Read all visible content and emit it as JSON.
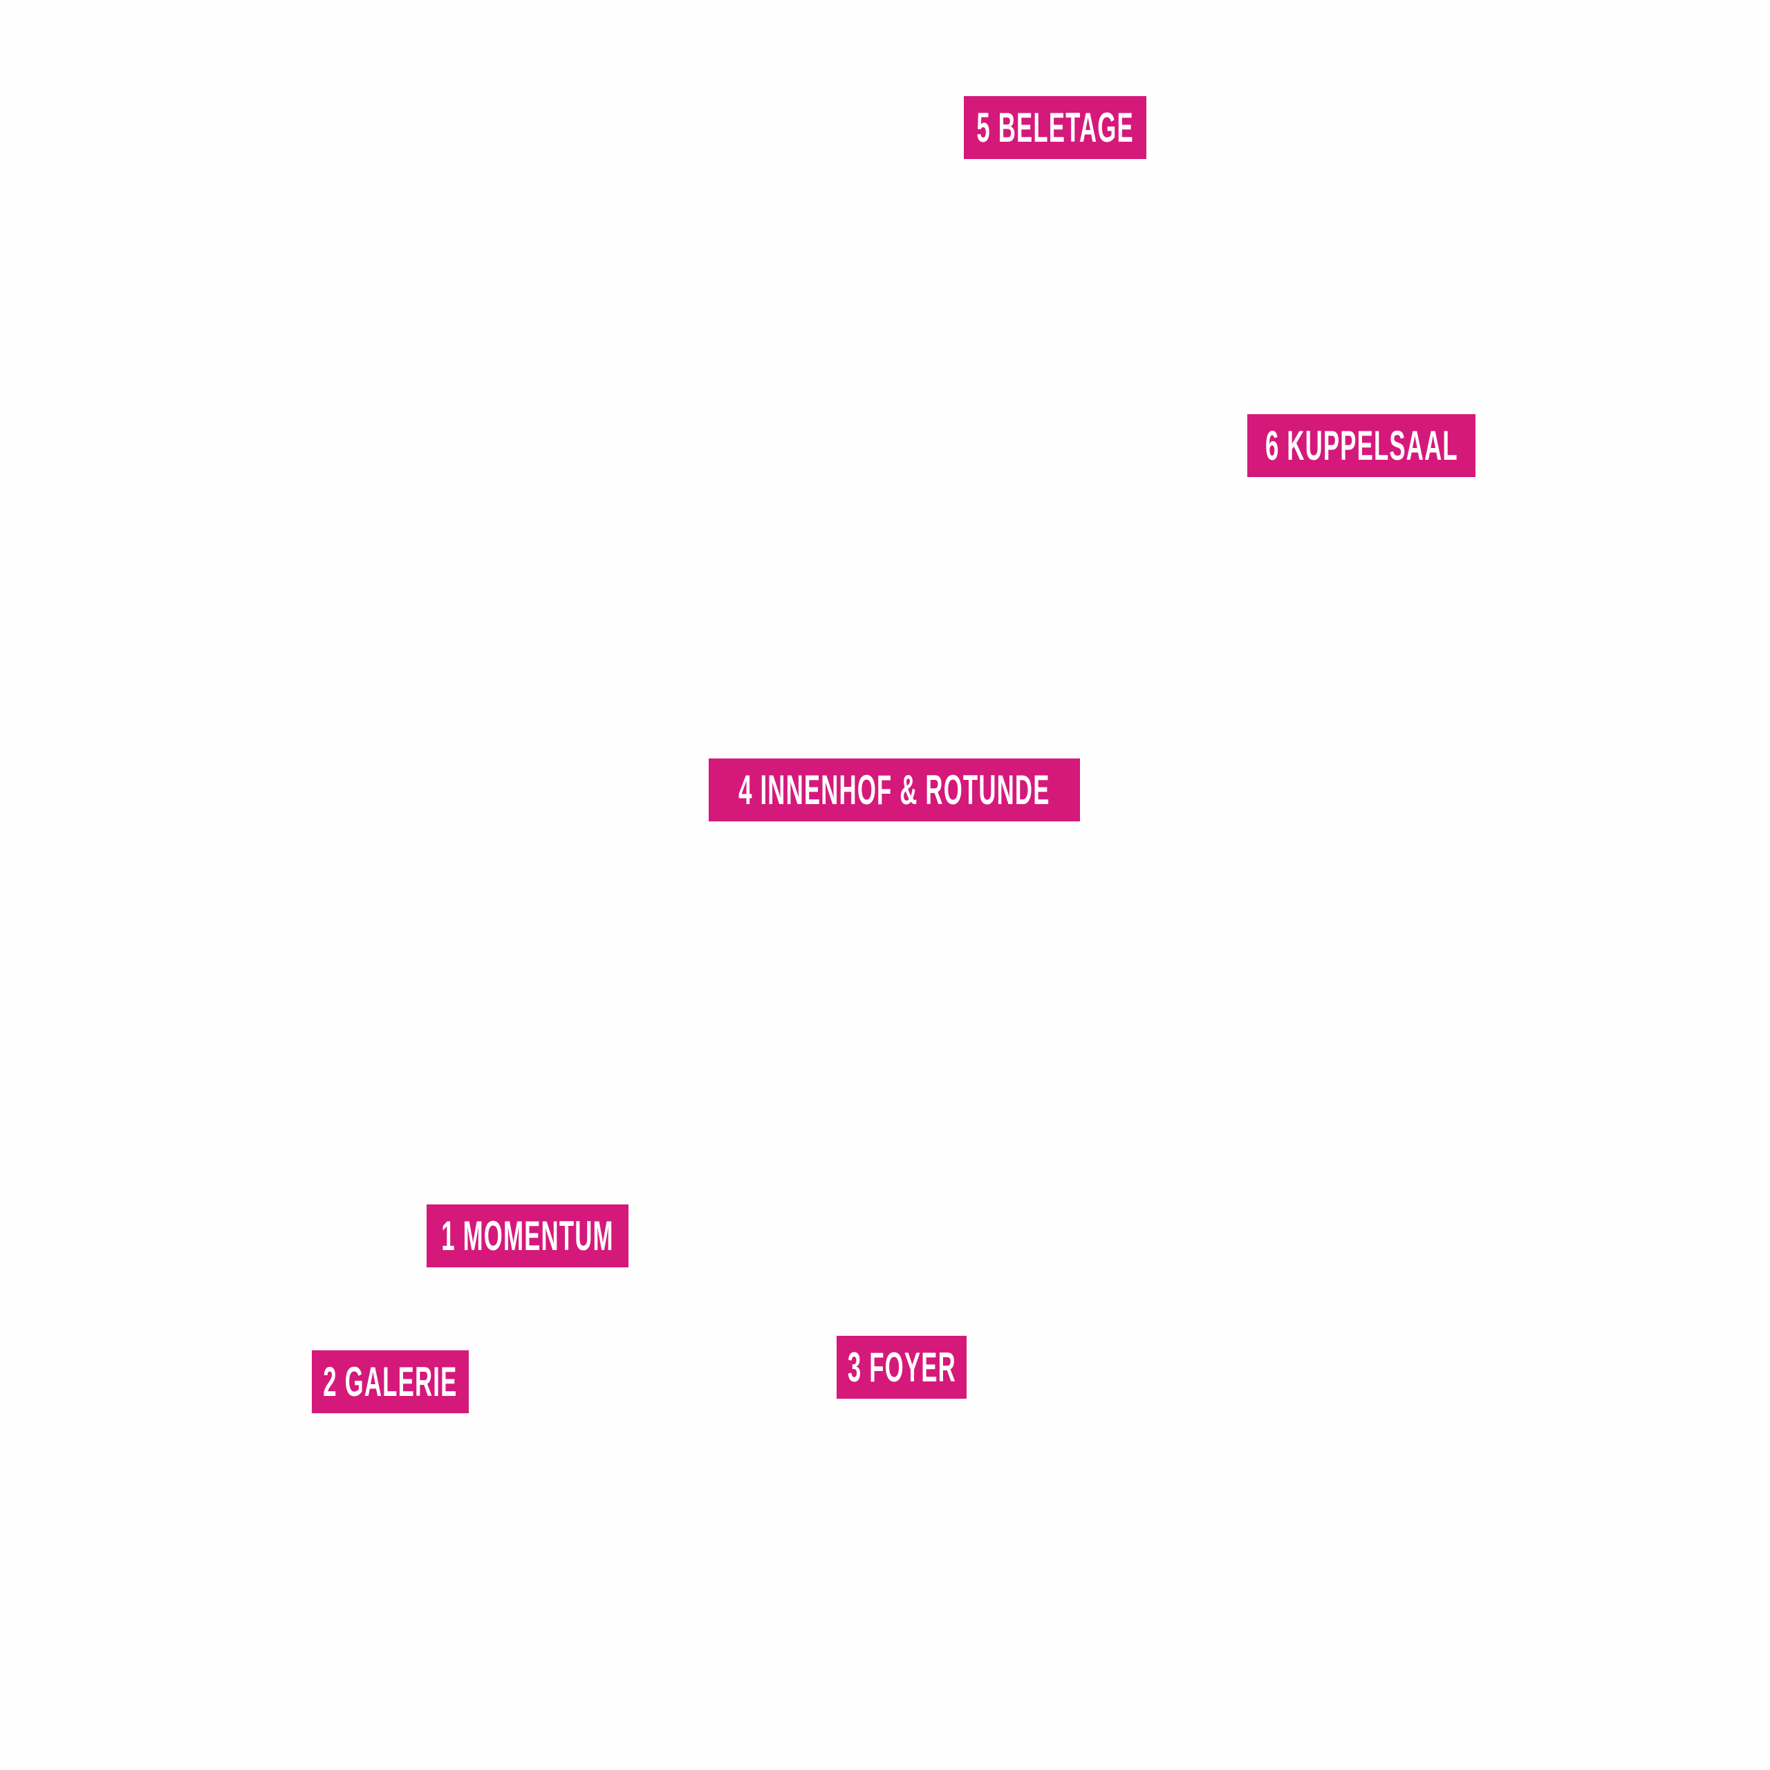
{
  "accent_color": "#d4197b",
  "rooms": [
    {
      "label": "5 Beletage"
    },
    {
      "label": "6 Kuppelsaal"
    },
    {
      "label": "4 Innenhof & Rotunde"
    },
    {
      "label": "1 Momentum"
    },
    {
      "label": "2 Galerie"
    },
    {
      "label": "3 Foyer"
    }
  ]
}
